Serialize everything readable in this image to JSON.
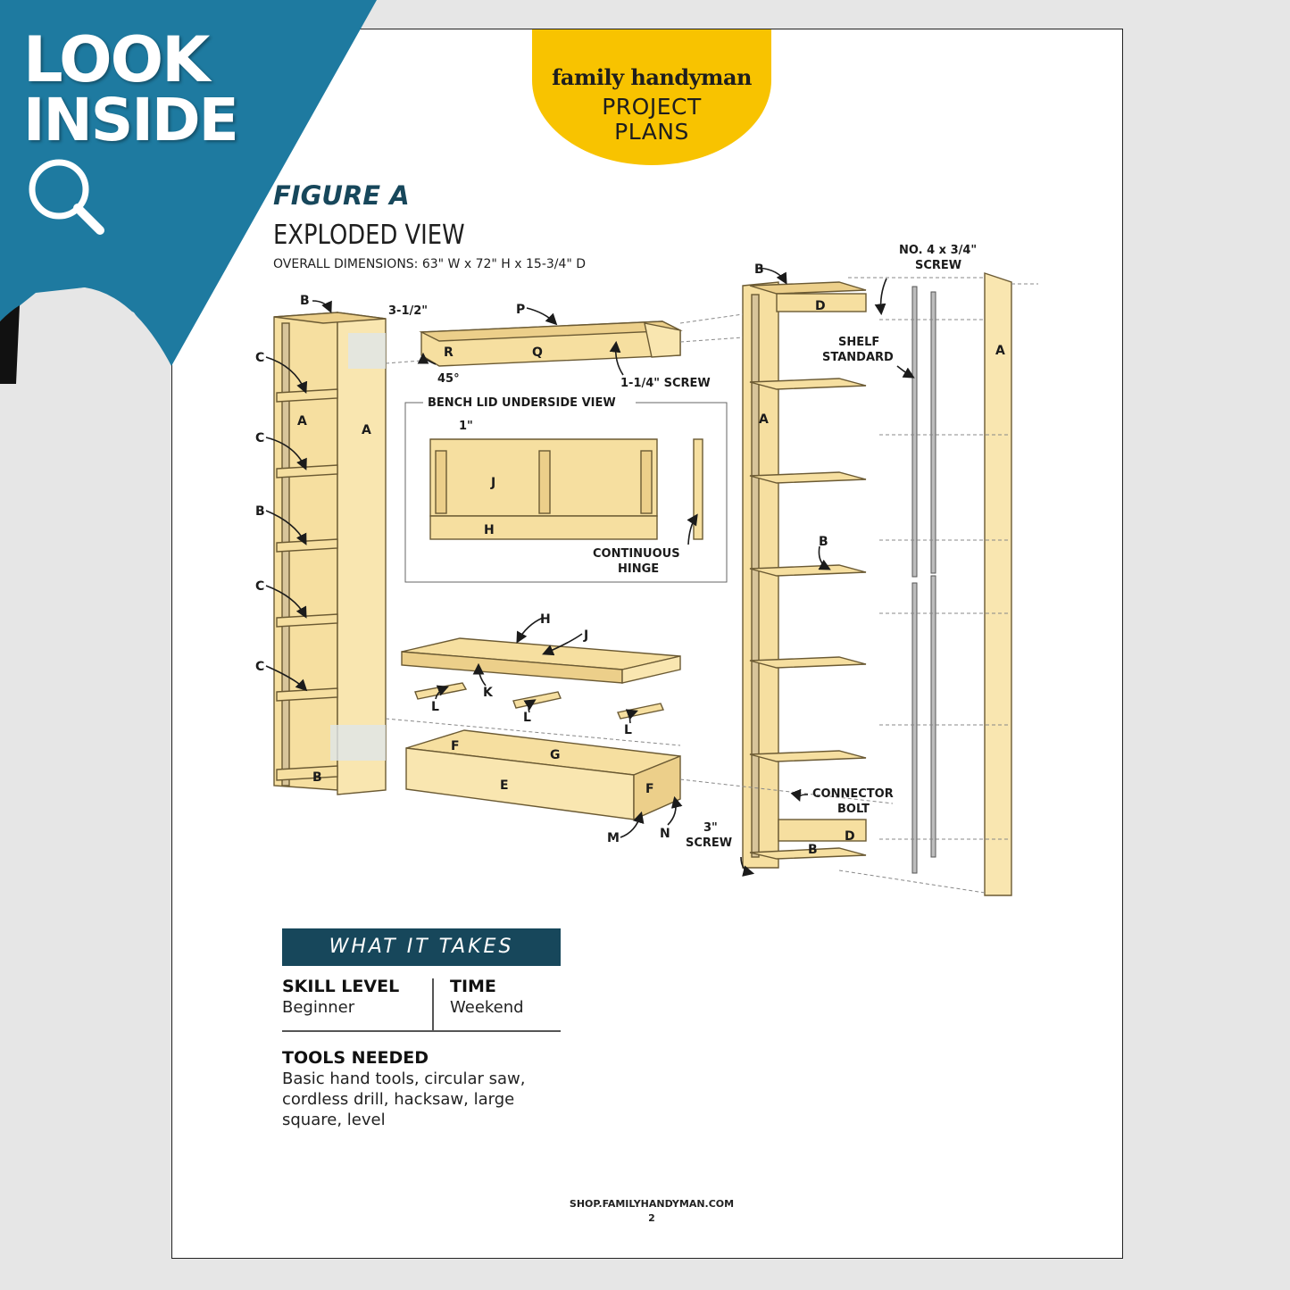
{
  "banner": {
    "line1": "LOOK",
    "line2": "INSIDE",
    "icon": "magnifier-icon",
    "color": "#1e7aa0"
  },
  "badge": {
    "brand": "family handyman",
    "line1": "PROJECT",
    "line2": "PLANS",
    "color": "#f8c300"
  },
  "figure": {
    "title": "FIGURE A",
    "subtitle": "EXPLODED VIEW",
    "dimensions": "OVERALL DIMENSIONS: 63\" W x 72\" H x 15-3/4\" D",
    "callouts": {
      "dim_3_1_2": "3-1/2\"",
      "angle_45": "45°",
      "screw_1_1_4": "1-1/4\" SCREW",
      "inset_title": "BENCH LID UNDERSIDE VIEW",
      "dim_1": "1\"",
      "hinge_1": "CONTINUOUS",
      "hinge_2": "HINGE",
      "no4_1": "NO. 4 x 3/4\"",
      "no4_2": "SCREW",
      "shelf_std_1": "SHELF",
      "shelf_std_2": "STANDARD",
      "conn_1": "CONNECTOR",
      "conn_2": "BOLT",
      "screw3_1": "3\"",
      "screw3_2": "SCREW"
    },
    "parts": [
      "A",
      "B",
      "C",
      "D",
      "E",
      "F",
      "G",
      "H",
      "J",
      "K",
      "L",
      "M",
      "N",
      "P",
      "Q",
      "R"
    ]
  },
  "what_it_takes": {
    "heading": "WHAT IT TAKES",
    "skill_label": "SKILL LEVEL",
    "skill_value": "Beginner",
    "time_label": "TIME",
    "time_value": "Weekend",
    "tools_label": "TOOLS NEEDED",
    "tools_line1": "Basic hand tools, circular saw,",
    "tools_line2": "cordless drill, hacksaw, large",
    "tools_line3": "square, level",
    "accent": "#17475b"
  },
  "footer": {
    "url": "SHOP.FAMILYHANDYMAN.COM",
    "page": "2"
  },
  "colors": {
    "wood": "#f6dfa0",
    "wood_dark": "#e6c278",
    "outline": "#6b5a33"
  }
}
